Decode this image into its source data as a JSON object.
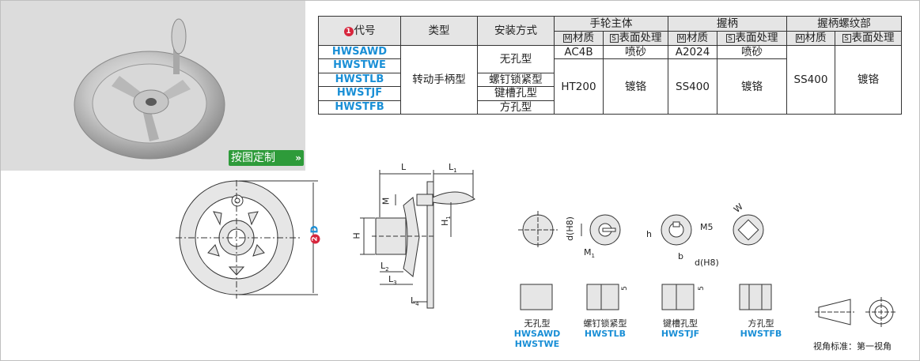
{
  "photo": {
    "custom_button": "按图定制",
    "custom_arrow": "»"
  },
  "table": {
    "headers": {
      "code": "代号",
      "code_badge": "1",
      "type": "类型",
      "mount": "安装方式",
      "body": "手轮主体",
      "grip": "握柄",
      "grip_screw": "握柄螺纹部",
      "m_label": "M",
      "s_label": "S",
      "material": "材质",
      "surface": "表面处理"
    },
    "codes": [
      "HWSAWD",
      "HWSTWE",
      "HWSTLB",
      "HWSTJF",
      "HWSTFB"
    ],
    "type_value": "转动手柄型",
    "mounts": [
      "无孔型",
      "螺钉锁紧型",
      "键槽孔型",
      "方孔型"
    ],
    "body_rows": [
      {
        "material": "AC4B",
        "surface": "喷砂"
      },
      {
        "material": "HT200",
        "surface": "镀铬"
      }
    ],
    "grip_rows": [
      {
        "material": "A2024",
        "surface": "喷砂"
      },
      {
        "material": "SS400",
        "surface": "镀铬"
      }
    ],
    "grip_screw": {
      "material": "SS400",
      "surface": "镀铬"
    }
  },
  "drawing": {
    "d_label": "D",
    "d_badge": "2",
    "dims": {
      "L": "L",
      "L1": "L",
      "L1s": "1",
      "M": "M",
      "H": "H",
      "H1": "H",
      "H1s": "1",
      "L2": "L",
      "L2s": "2",
      "L3": "L",
      "L3s": "3",
      "L4": "L",
      "L4s": "4",
      "dH8": "d(H8)",
      "M1": "M",
      "M1s": "1",
      "h": "h",
      "M5": "M5",
      "b": "b",
      "dH8b": "d(H8)",
      "W": "W",
      "five": "5"
    }
  },
  "captions": [
    {
      "name": "无孔型",
      "codes": [
        "HWSAWD",
        "HWSTWE"
      ]
    },
    {
      "name": "螺钉锁紧型",
      "codes": [
        "HWSTLB"
      ]
    },
    {
      "name": "键槽孔型",
      "codes": [
        "HWSTJF"
      ]
    },
    {
      "name": "方孔型",
      "codes": [
        "HWSTFB"
      ]
    }
  ],
  "view_note": "视角标准：第一视角"
}
